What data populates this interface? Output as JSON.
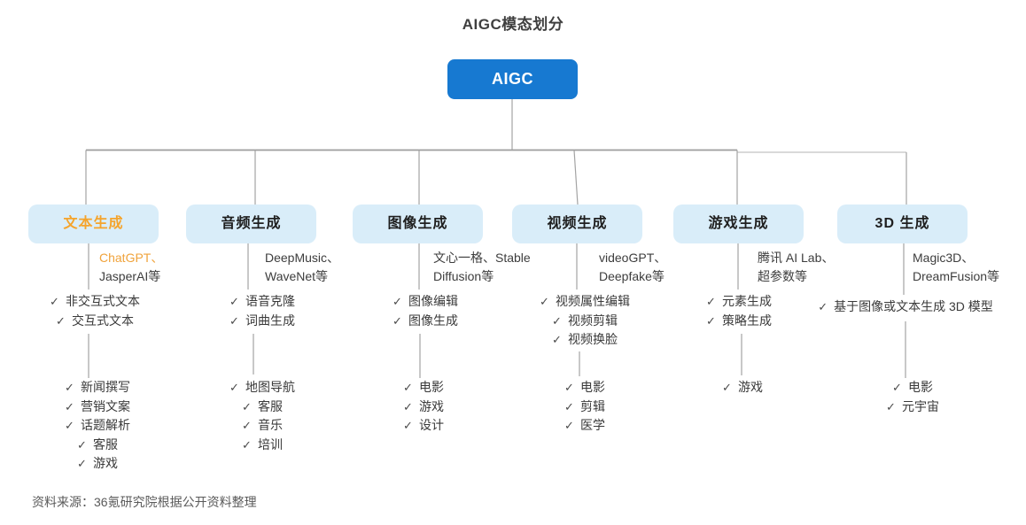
{
  "title": "AIGC模态划分",
  "root_label": "AIGC",
  "footer": "资料来源：36氪研究院根据公开资料整理",
  "icons": {
    "check": "✓"
  },
  "colors": {
    "root_node_bg": "#1779d1",
    "root_node_text": "#ffffff",
    "branch_node_bg": "#d9edf9",
    "branch_node_text": "#1f1f1f",
    "highlight_text": "#f5a42c",
    "connector_line": "#a3a3a3",
    "body_text": "#3a3a3a",
    "footer_text": "#5a5a5a"
  },
  "branches": [
    {
      "label": "文本生成",
      "examples": [
        "ChatGPT、",
        "JasperAI等"
      ],
      "features": [
        "非交互式文本",
        "交互式文本"
      ],
      "applications": [
        "新闻撰写",
        "营销文案",
        "话题解析",
        "客服",
        "游戏"
      ]
    },
    {
      "label": "音频生成",
      "examples": [
        "DeepMusic、",
        "WaveNet等"
      ],
      "features": [
        "语音克隆",
        "词曲生成"
      ],
      "applications": [
        "地图导航",
        "客服",
        "音乐",
        "培训"
      ]
    },
    {
      "label": "图像生成",
      "examples": [
        "文心一格、Stable",
        "Diffusion等"
      ],
      "features": [
        "图像编辑",
        "图像生成"
      ],
      "applications": [
        "电影",
        "游戏",
        "设计"
      ]
    },
    {
      "label": "视频生成",
      "examples": [
        "videoGPT、",
        "Deepfake等"
      ],
      "features": [
        "视频属性编辑",
        "视频剪辑",
        "视频换脸"
      ],
      "applications": [
        "电影",
        "剪辑",
        "医学"
      ]
    },
    {
      "label": "游戏生成",
      "examples": [
        "腾讯 AI Lab、",
        "超参数等"
      ],
      "features": [
        "元素生成",
        "策略生成"
      ],
      "applications": [
        "游戏"
      ]
    },
    {
      "label": "3D 生成",
      "examples": [
        "Magic3D、",
        "DreamFusion等"
      ],
      "features": [
        "基于图像或文本生成 3D 模型"
      ],
      "applications": [
        "电影",
        "元宇宙"
      ]
    }
  ]
}
